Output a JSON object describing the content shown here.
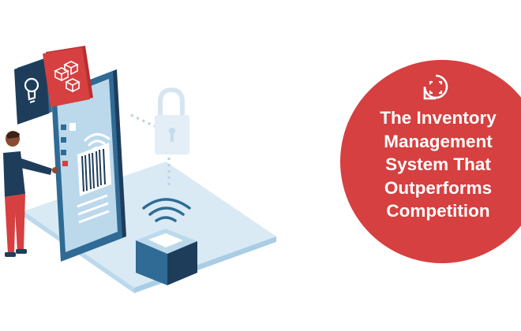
{
  "headline": {
    "lines": [
      "The Inventory",
      "Management",
      "System That",
      "Outperforms",
      "Competition"
    ]
  },
  "icons": [
    "scan-icon",
    "lightbulb-icon",
    "cubes-icon",
    "padlock-icon",
    "wifi-icon",
    "barcode-icon"
  ],
  "colors": {
    "accent_red": "#d64040",
    "dark_navy": "#1e3d5a",
    "steel_blue": "#2f6b94",
    "light_blue": "#bcd9ec",
    "platform": "#d9eaf5",
    "white": "#ffffff"
  }
}
